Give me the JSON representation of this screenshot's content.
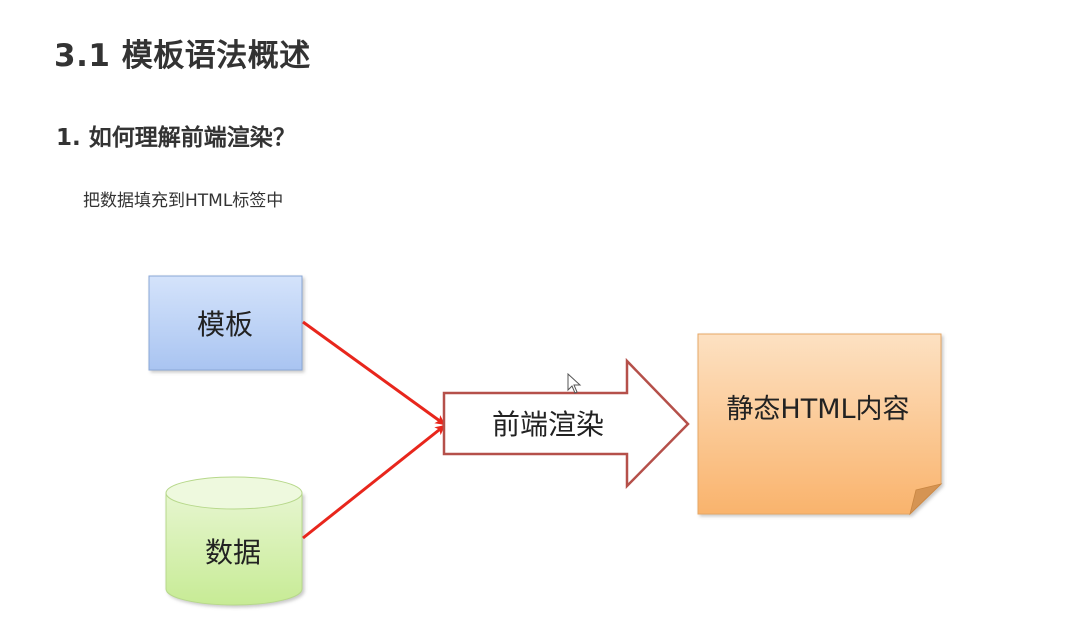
{
  "slide": {
    "title": "3.1 模板语法概述",
    "section_heading": "1. 如何理解前端渲染？",
    "body_text": "把数据填充到HTML标签中"
  },
  "diagram": {
    "template_box": {
      "label": "模板"
    },
    "data_cylinder": {
      "label": "数据"
    },
    "render_arrow": {
      "label": "前端渲染"
    },
    "output_note": {
      "label": "静态HTML内容"
    }
  },
  "colors": {
    "connector_red": "#e8261c",
    "arrow_outline": "#b5504a",
    "template_fill_top": "#d4e3fb",
    "template_fill_bottom": "#a9c4f1",
    "data_fill": "#d7f0b2",
    "output_fill_top": "#fde1c2",
    "output_fill_bottom": "#f9b36c"
  }
}
